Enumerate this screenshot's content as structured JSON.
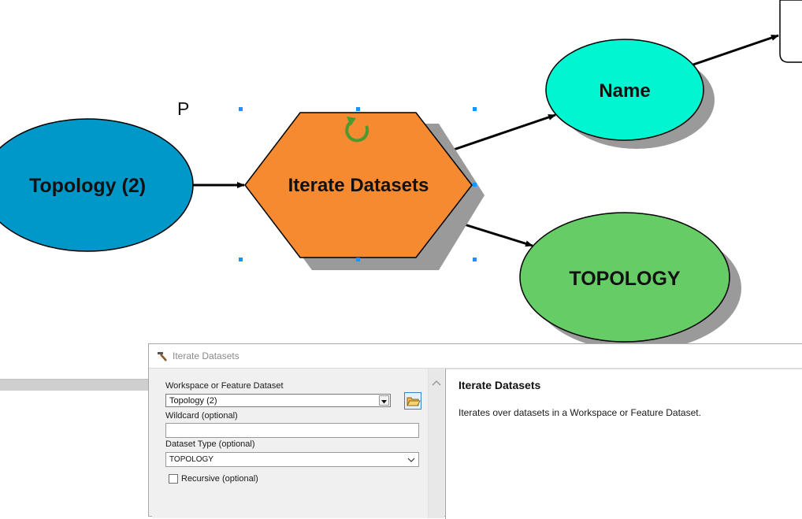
{
  "canvas": {
    "p_label": "P",
    "nodes": {
      "input": "Topology (2)",
      "tool": "Iterate Datasets",
      "output_name": "Name",
      "output_topology": "TOPOLOGY"
    },
    "colors": {
      "input": "#0097c9",
      "tool": "#f58a31",
      "output_name": "#00f5d0",
      "output_topology": "#66cc66",
      "selection_handle": "#1e90ff"
    }
  },
  "dialog": {
    "title": "Iterate Datasets",
    "params": {
      "workspace_label": "Workspace or Feature Dataset",
      "workspace_value": "Topology (2)",
      "wildcard_label": "Wildcard (optional)",
      "wildcard_value": "",
      "dataset_type_label": "Dataset Type (optional)",
      "dataset_type_value": "TOPOLOGY",
      "recursive_label": "Recursive (optional)"
    },
    "help": {
      "title": "Iterate Datasets",
      "description": "Iterates over datasets in a Workspace or Feature Dataset."
    }
  }
}
